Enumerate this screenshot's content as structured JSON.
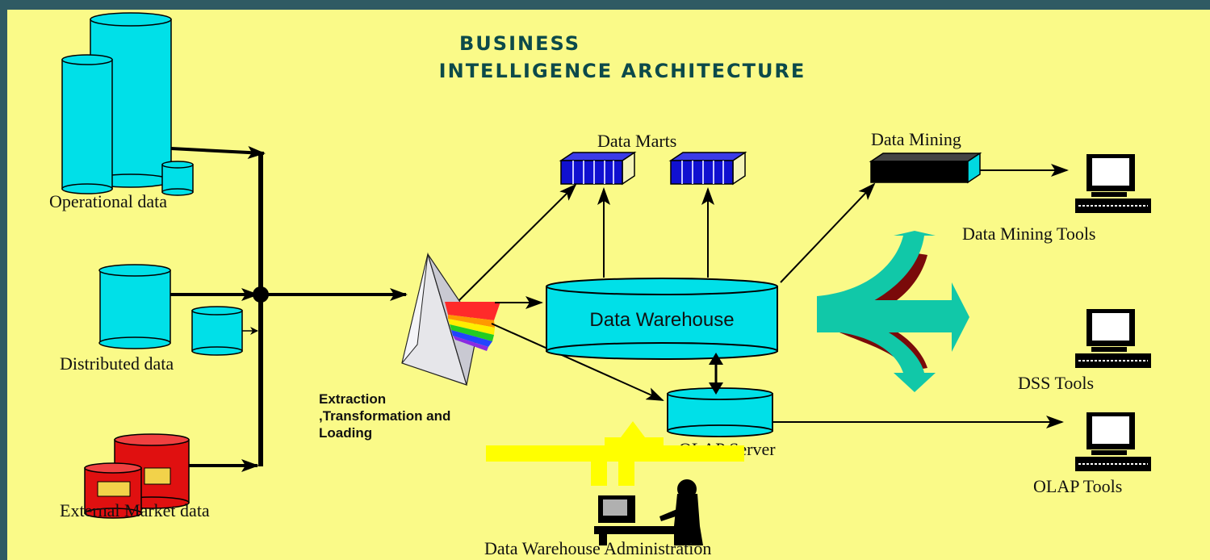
{
  "title": {
    "line1": "BUSINESS",
    "line2": "INTELLIGENCE  ARCHITECTURE"
  },
  "sources": {
    "operational": "Operational data",
    "distributed": "Distributed data",
    "external": "External Market data"
  },
  "etl": {
    "line1": "Extraction",
    "line2": ",Transformation and",
    "line3": "Loading"
  },
  "warehouse": "Data Warehouse",
  "data_marts": "Data Marts",
  "data_mining": "Data Mining",
  "olap_server": "OLAP Server",
  "tools": {
    "data_mining_tools": "Data Mining Tools",
    "dss_tools": "DSS Tools",
    "olap_tools": "OLAP Tools"
  },
  "administration": "Data Warehouse Administration",
  "colors": {
    "background": "#fafa88",
    "frame": "#2f5a63",
    "cylinder": "#00e0e8",
    "external_cylinder": "#e01010",
    "mart_blue": "#1010d0",
    "teal_arrow": "#11c8a8",
    "dark_red_arrow": "#7a0a0a",
    "admin_arrow": "#ffff00"
  }
}
